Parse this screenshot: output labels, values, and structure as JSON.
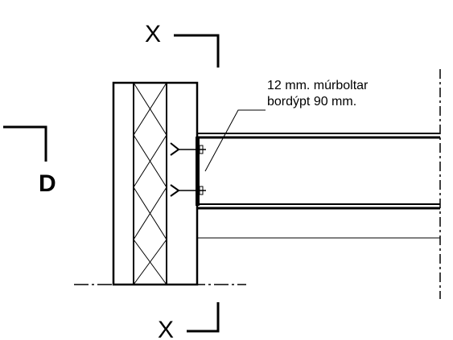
{
  "drawing": {
    "section_marker_top": "X",
    "section_marker_bottom": "X",
    "detail_marker": "D",
    "annotation": {
      "line1": "12 mm. múrboltar",
      "line2": "bordýpt  90 mm."
    },
    "colors": {
      "ink": "#000000",
      "paper": "#ffffff"
    }
  }
}
